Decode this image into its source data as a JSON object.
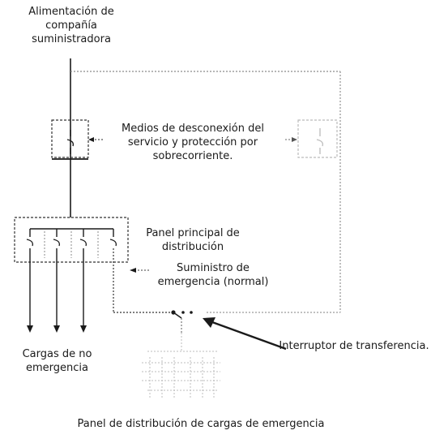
{
  "labels": {
    "supply": [
      "Alimentación de",
      "compañía",
      "suministradora"
    ],
    "disconnect": [
      "Medios de desconexión del",
      "servicio y protección por",
      "sobrecorriente."
    ],
    "main_panel": [
      "Panel principal de",
      "distribución"
    ],
    "emergency_supply": [
      "Suministro de",
      "emergencia (normal)"
    ],
    "transfer_switch": "Interruptor de transferencia.",
    "non_emergency_loads": [
      "Cargas de no",
      "emergencia"
    ],
    "emergency_panel": "Panel de distribución de cargas de emergencia"
  },
  "colors": {
    "solid_line": "#1a1a1a",
    "dotted_line": "#6f6f6f",
    "faint_line": "#b5b5b5"
  }
}
